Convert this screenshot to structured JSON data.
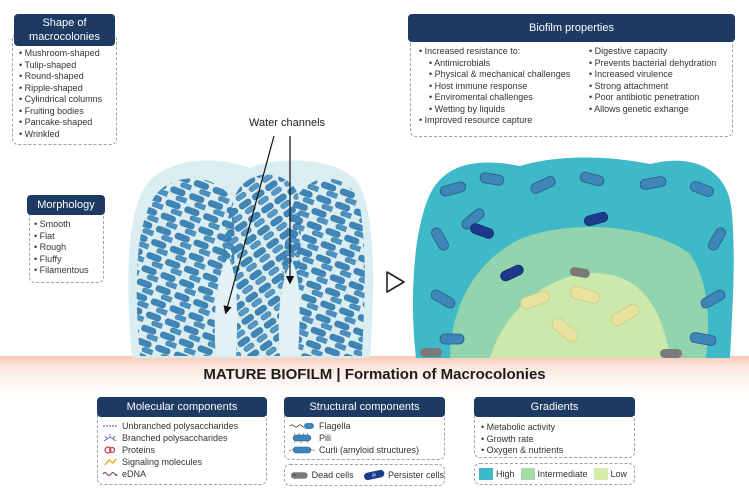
{
  "shape_panel": {
    "title": "Shape of macrocolonies",
    "items": [
      "Mushroom-shaped",
      "Tulip-shaped",
      "Round-shaped",
      "Ripple-shaped",
      "Cylindrical columns",
      "Fruiting bodies",
      "Pancake-shaped",
      "Wrinkled"
    ]
  },
  "morphology_panel": {
    "title": "Morphology",
    "items": [
      "Smooth",
      "Flat",
      "Rough",
      "Fluffy",
      "Filamentous"
    ]
  },
  "water_channels_label": "Water channels",
  "properties_panel": {
    "title": "Biofilm properties",
    "left_head": "Increased resistance to:",
    "left_sub": [
      "Antimicrobials",
      "Physical & mechanical challenges",
      "Host immune response",
      "Enviromental challenges",
      "Wetting by liquids"
    ],
    "left_tail": "Improved resource capture",
    "right": [
      "Digestive capacity",
      "Prevents bacterial dehydration",
      "Increased virulence",
      "Strong attachment",
      "Poor antibiotic penetration",
      "Allows genetic exhange"
    ]
  },
  "main_title": {
    "bold": "MATURE BIOFILM",
    "separator": " | ",
    "rest": "Formation of Macrocolonies"
  },
  "molecular_panel": {
    "title": "Molecular components",
    "items": [
      "Unbranched polysaccharides",
      "Branched polysaccharides",
      "Proteins",
      "Signaling molecules",
      "eDNA"
    ]
  },
  "structural_panel": {
    "title": "Structural components",
    "items": [
      "Flagella",
      "Pili",
      "Curli (amyloid structures)"
    ]
  },
  "cells_legend": {
    "dead": "Dead cells",
    "persister": "Persister cells",
    "persister_mark": "P"
  },
  "gradients_panel": {
    "title": "Gradients",
    "items": [
      "Metabolic activity",
      "Growth rate",
      "Oxygen & nutrients"
    ],
    "levels": [
      {
        "label": "High",
        "color": "#3fb8c8"
      },
      {
        "label": "Intermediate",
        "color": "#a6dba8"
      },
      {
        "label": "Low",
        "color": "#d6ecaa"
      }
    ]
  },
  "colors": {
    "header_navy": "#1d3a63",
    "cell_blue": "#3f86b8",
    "matrix_light": "#c9e6ea",
    "matrix_teal": "#3fb8c8"
  }
}
